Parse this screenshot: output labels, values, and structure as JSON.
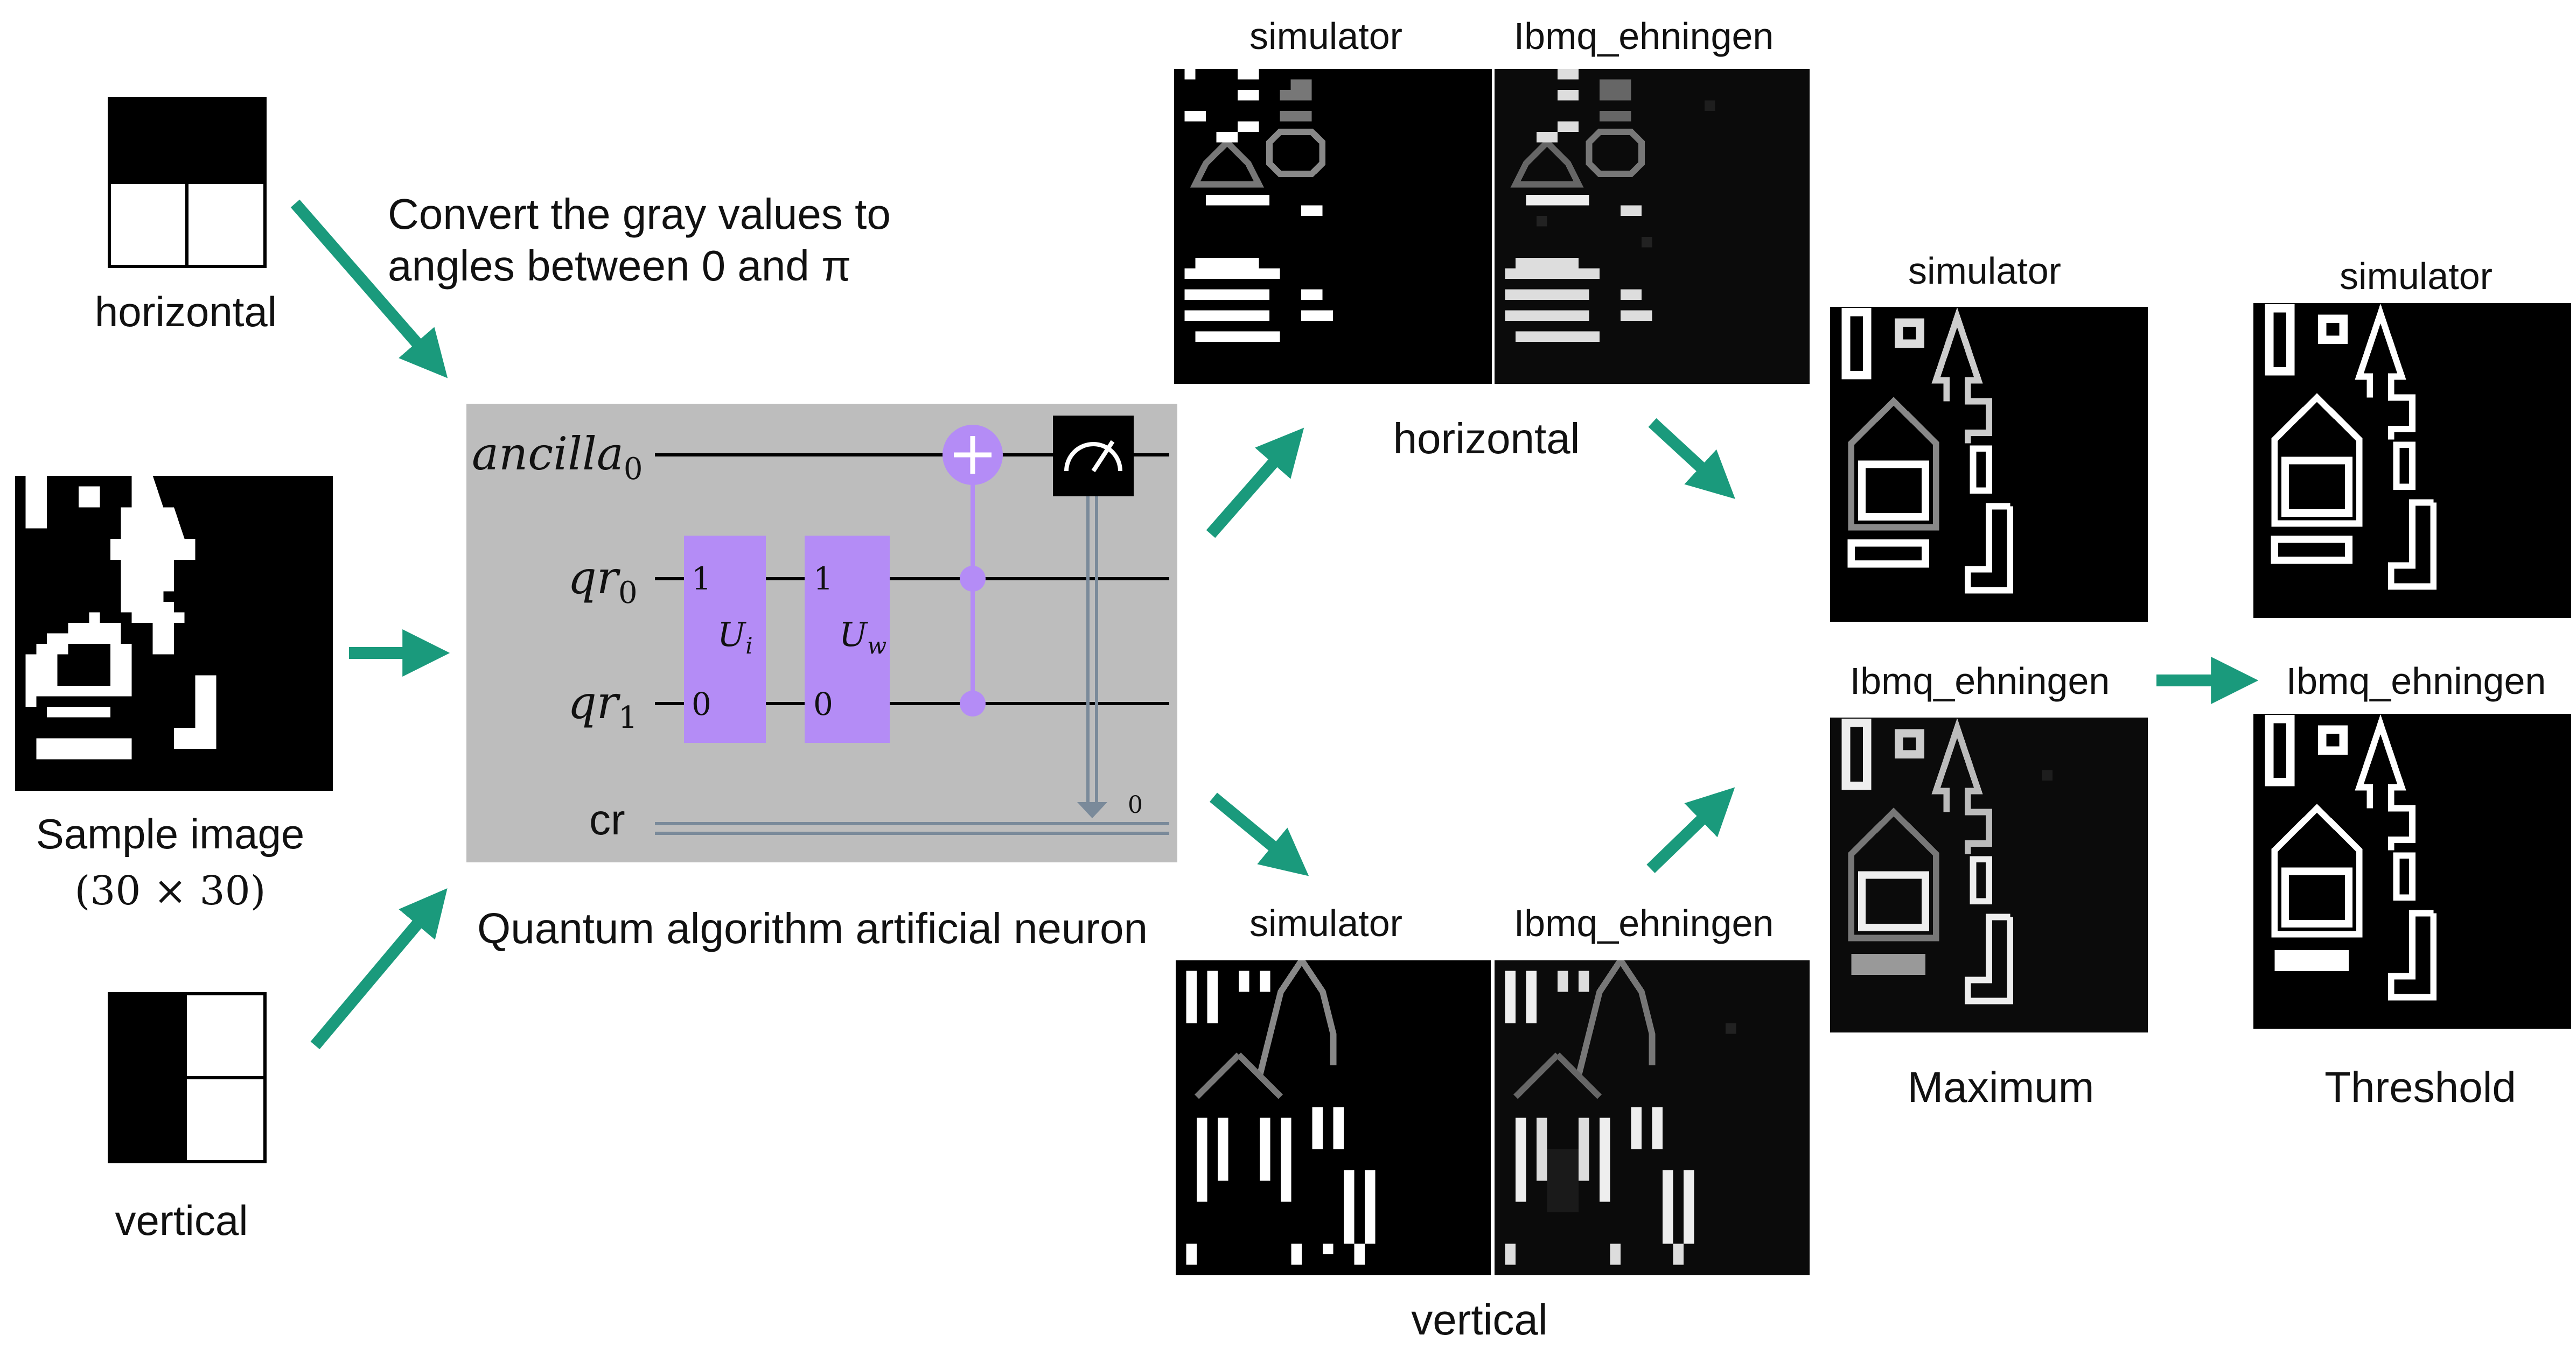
{
  "filters": {
    "horizontal_label": "horizontal",
    "vertical_label": "vertical"
  },
  "sample": {
    "label": "Sample image",
    "size": "(30 × 30)"
  },
  "convert_note": {
    "line1": "Convert the gray values to",
    "line2": "angles between 0 and π"
  },
  "circuit": {
    "caption": "Quantum algorithm artificial neuron",
    "wire_ancilla": "ancilla",
    "wire_ancilla_sub": "0",
    "wire_qr0": "qr",
    "wire_qr0_sub": "0",
    "wire_qr1": "qr",
    "wire_qr1_sub": "1",
    "wire_cr": "cr",
    "gate_ui": "U",
    "gate_ui_sub": "i",
    "gate_uw": "U",
    "gate_uw_sub": "w",
    "gate_bit_top": "1",
    "gate_bit_bottom": "0",
    "measure_bit": "0"
  },
  "outputs": {
    "simulator": "simulator",
    "ibmq": "Ibmq_ehningen",
    "horizontal": "horizontal",
    "vertical": "vertical",
    "maximum": "Maximum",
    "threshold": "Threshold"
  },
  "colors": {
    "arrow": "#1a9a7c",
    "gate": "#b48cf6",
    "circuit_bg": "#bdbdbd",
    "wire": "#000000",
    "classical_wire": "#7a8a9a"
  }
}
